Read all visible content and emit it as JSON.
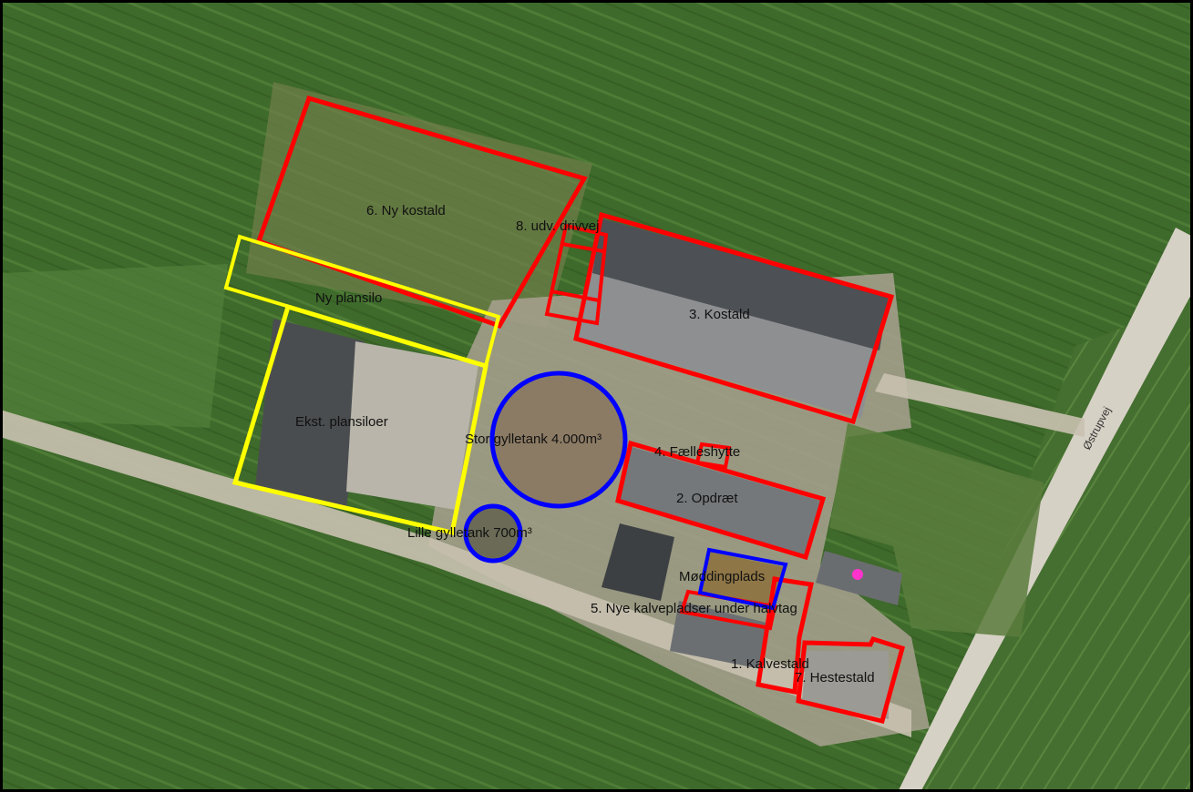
{
  "labels": {
    "ny_kostald": "6. Ny kostald",
    "udv_drivvej": "8. udv. drivvej",
    "ny_plansilo": "Ny plansilo",
    "kostald": "3. Kostald",
    "eks_plansiloer": "Ekst. plansiloer",
    "stor_gylletank": "Stor gylletank 4.000m³",
    "faelleshytte": "4. Fælleshytte",
    "opdraet": "2. Opdræt",
    "lille_gylletank": "Lille gylletank 700m³",
    "moddingplads": "Møddingplads",
    "nye_kalvepladser": "5. Nye kalvepladser under halvtag",
    "kalvestald": "1. Kalvestald",
    "hestestald": "7. Hestestald",
    "road": "Østrupvej"
  },
  "colors": {
    "outline_existing_red": "#ff0000",
    "outline_silo_yellow": "#ffff00",
    "outline_tank_blue": "#0000ff",
    "marker_magenta": "#ff33cc",
    "field_green": "#3f6a2a",
    "road": "#d9d4c8"
  }
}
